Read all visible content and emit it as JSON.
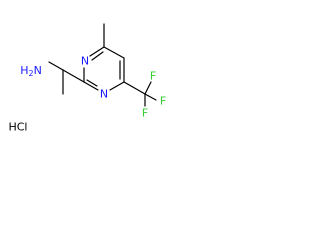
{
  "structure": {
    "atoms": {
      "ring_n_left": "N",
      "ring_n_right": "N",
      "amine": "NH2",
      "amine_prefix": "H",
      "amine_sub": "2",
      "amine_suffix": "N",
      "fluorine_top": "F",
      "fluorine_right": "F",
      "fluorine_bottom": "F"
    },
    "salt": "HCl"
  },
  "colors": {
    "bond": "#000000",
    "nitrogen": "#1a1aff",
    "fluorine": "#33cc33",
    "text": "#000000"
  }
}
